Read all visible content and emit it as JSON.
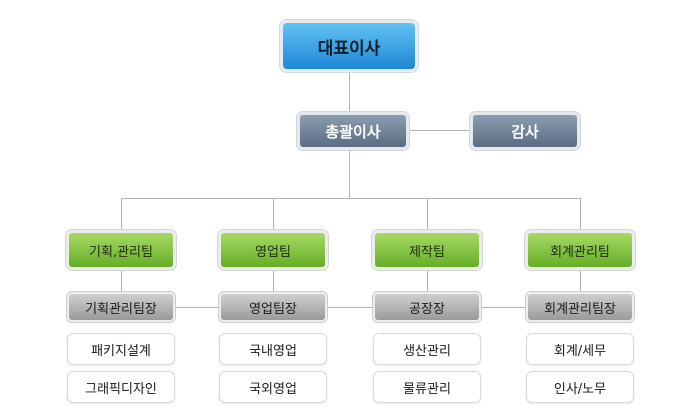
{
  "ceo": "대표이사",
  "gm": "총괄이사",
  "auditor": "감사",
  "departments": [
    {
      "team": "기획,관리팀",
      "leader": "기획관리팀장",
      "units": [
        "패키지설계",
        "그래픽디자인"
      ]
    },
    {
      "team": "영업팀",
      "leader": "영업팀장",
      "units": [
        "국내영업",
        "국외영업"
      ]
    },
    {
      "team": "제작팀",
      "leader": "공장장",
      "units": [
        "생산관리",
        "물류관리"
      ]
    },
    {
      "team": "회계관리팀",
      "leader": "회계관리팀장",
      "units": [
        "회계/세무",
        "인사/노무"
      ]
    }
  ],
  "colors": {
    "ceo": "#1e86d6",
    "exec": "#596c81",
    "team": "#66ad25",
    "leader": "#9a9a9a",
    "line": "#b3b3b3"
  }
}
